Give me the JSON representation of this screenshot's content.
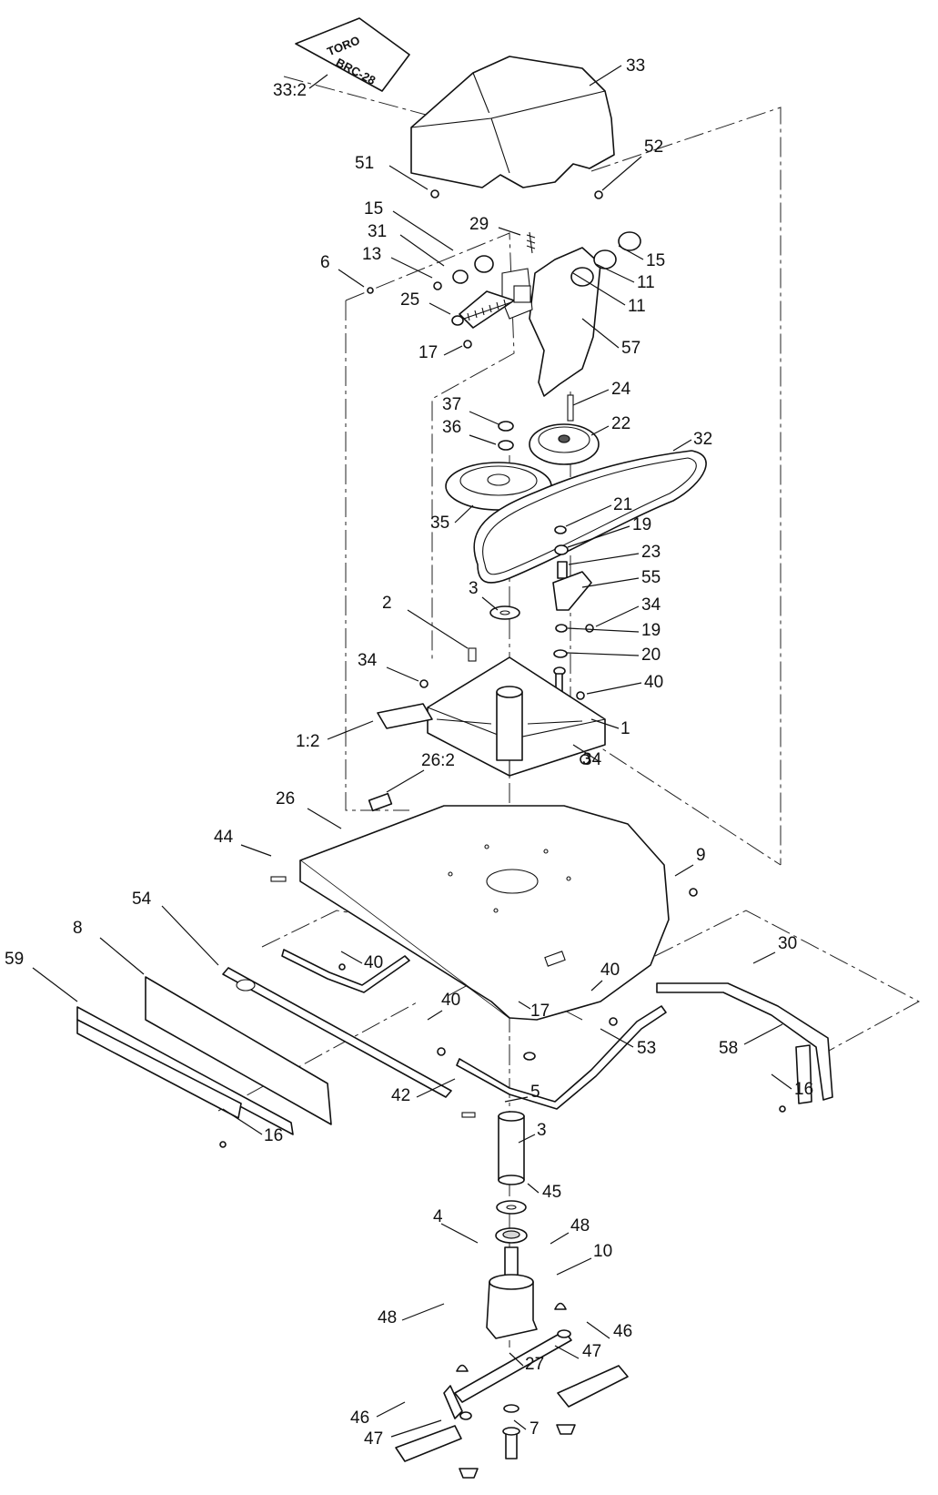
{
  "diagram": {
    "callouts": [
      "33",
      "33:2",
      "51",
      "52",
      "15",
      "29",
      "31",
      "13",
      "6",
      "11",
      "25",
      "57",
      "17",
      "24",
      "37",
      "22",
      "36",
      "32",
      "35",
      "21",
      "19",
      "23",
      "3",
      "55",
      "2",
      "34",
      "20",
      "40",
      "1",
      "1:2",
      "26:2",
      "26",
      "44",
      "9",
      "54",
      "8",
      "59",
      "30",
      "53",
      "58",
      "16",
      "42",
      "5",
      "45",
      "4",
      "48",
      "10",
      "46",
      "47",
      "27",
      "7"
    ],
    "decal_brand": "TORO",
    "decal_model": "BRC-28"
  }
}
